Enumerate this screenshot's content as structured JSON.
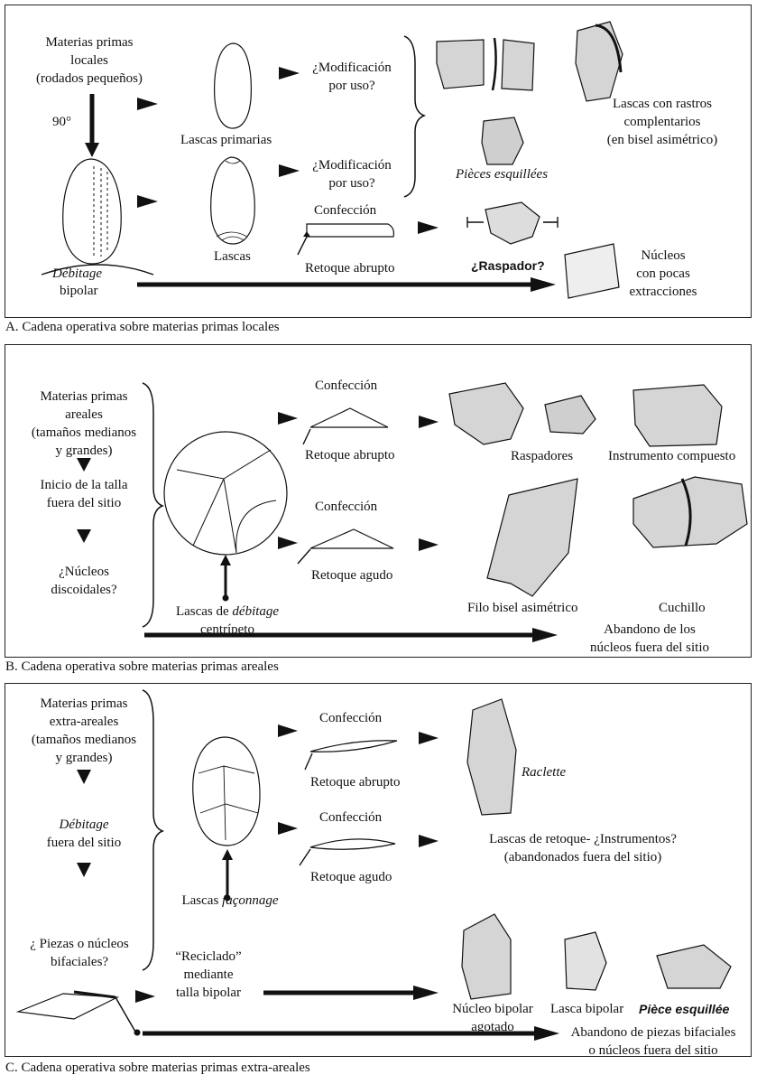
{
  "panelA": {
    "caption": "A. Cadena operativa sobre materias primas locales",
    "source_l1": "Materias primas",
    "source_l2": "locales",
    "source_l3": "(rodados pequeños)",
    "angle": "90°",
    "debitage": "Débitage",
    "bipolar": "bipolar",
    "primary_flakes": "Lascas primarias",
    "flakes": "Lascas",
    "use_q1_l1": "¿Modificación",
    "use_q1_l2": "por uso?",
    "use_q2_l1": "¿Modificación",
    "use_q2_l2": "por uso?",
    "confeccion": "Confección",
    "retouch": "Retoque abrupto",
    "scraper_q": "¿Raspador?",
    "comp_l1": "Lascas con rastros",
    "comp_l2": "complentarios",
    "comp_l3": "(en bisel asimétrico)",
    "pieces": "Pièces esquillées",
    "cores_l1": "Núcleos",
    "cores_l2": "con pocas",
    "cores_l3": "extracciones"
  },
  "panelB": {
    "caption": "B. Cadena operativa sobre materias primas areales",
    "src_l1": "Materias primas",
    "src_l2": "areales",
    "src_l3": "(tamaños medianos",
    "src_l4": "y grandes)",
    "start_l1": "Inicio de la talla",
    "start_l2": "fuera del sitio",
    "disc_l1": "¿Núcleos",
    "disc_l2": "discoidales?",
    "flakes_l1_pre": "Lascas de ",
    "flakes_l1_it": "débitage",
    "flakes_l2": "centrípeto",
    "confeccion1": "Confección",
    "retouch1": "Retoque abrupto",
    "confeccion2": "Confección",
    "retouch2": "Retoque agudo",
    "raspadores": "Raspadores",
    "compuesto": "Instrumento compuesto",
    "filo": "Filo bisel asimétrico",
    "cuchillo": "Cuchillo",
    "aband_l1": "Abandono de los",
    "aband_l2": "núcleos fuera del sitio"
  },
  "panelC": {
    "caption": "C. Cadena operativa sobre materias primas extra-areales",
    "src_l1": "Materias primas",
    "src_l2": "extra-areales",
    "src_l3": "(tamaños medianos",
    "src_l4": "y grandes)",
    "deb_l1": "Débitage",
    "deb_l2": "fuera del sitio",
    "biface_l1": "¿ Piezas o núcleos",
    "biface_l2": "bifaciales?",
    "faconnage_pre": "Lascas ",
    "faconnage_it": "façonnage",
    "confeccion1": "Confección",
    "retouch1": "Retoque abrupto",
    "confeccion2": "Confección",
    "retouch2": "Retoque agudo",
    "raclette": "Raclette",
    "retflakes_l1": "Lascas de retoque- ¿Instrumentos?",
    "retflakes_l2": "(abandonados fuera del sitio)",
    "recycle_l1": "“Reciclado”",
    "recycle_l2": "mediante",
    "recycle_l3": "talla bipolar",
    "core_l1": "Núcleo bipolar",
    "core_l2": "agotado",
    "lasca_bipolar": "Lasca bipolar",
    "piece": "Pièce esquillée",
    "aband_l1": "Abandono de piezas bifaciales",
    "aband_l2": "o núcleos fuera del sitio"
  }
}
